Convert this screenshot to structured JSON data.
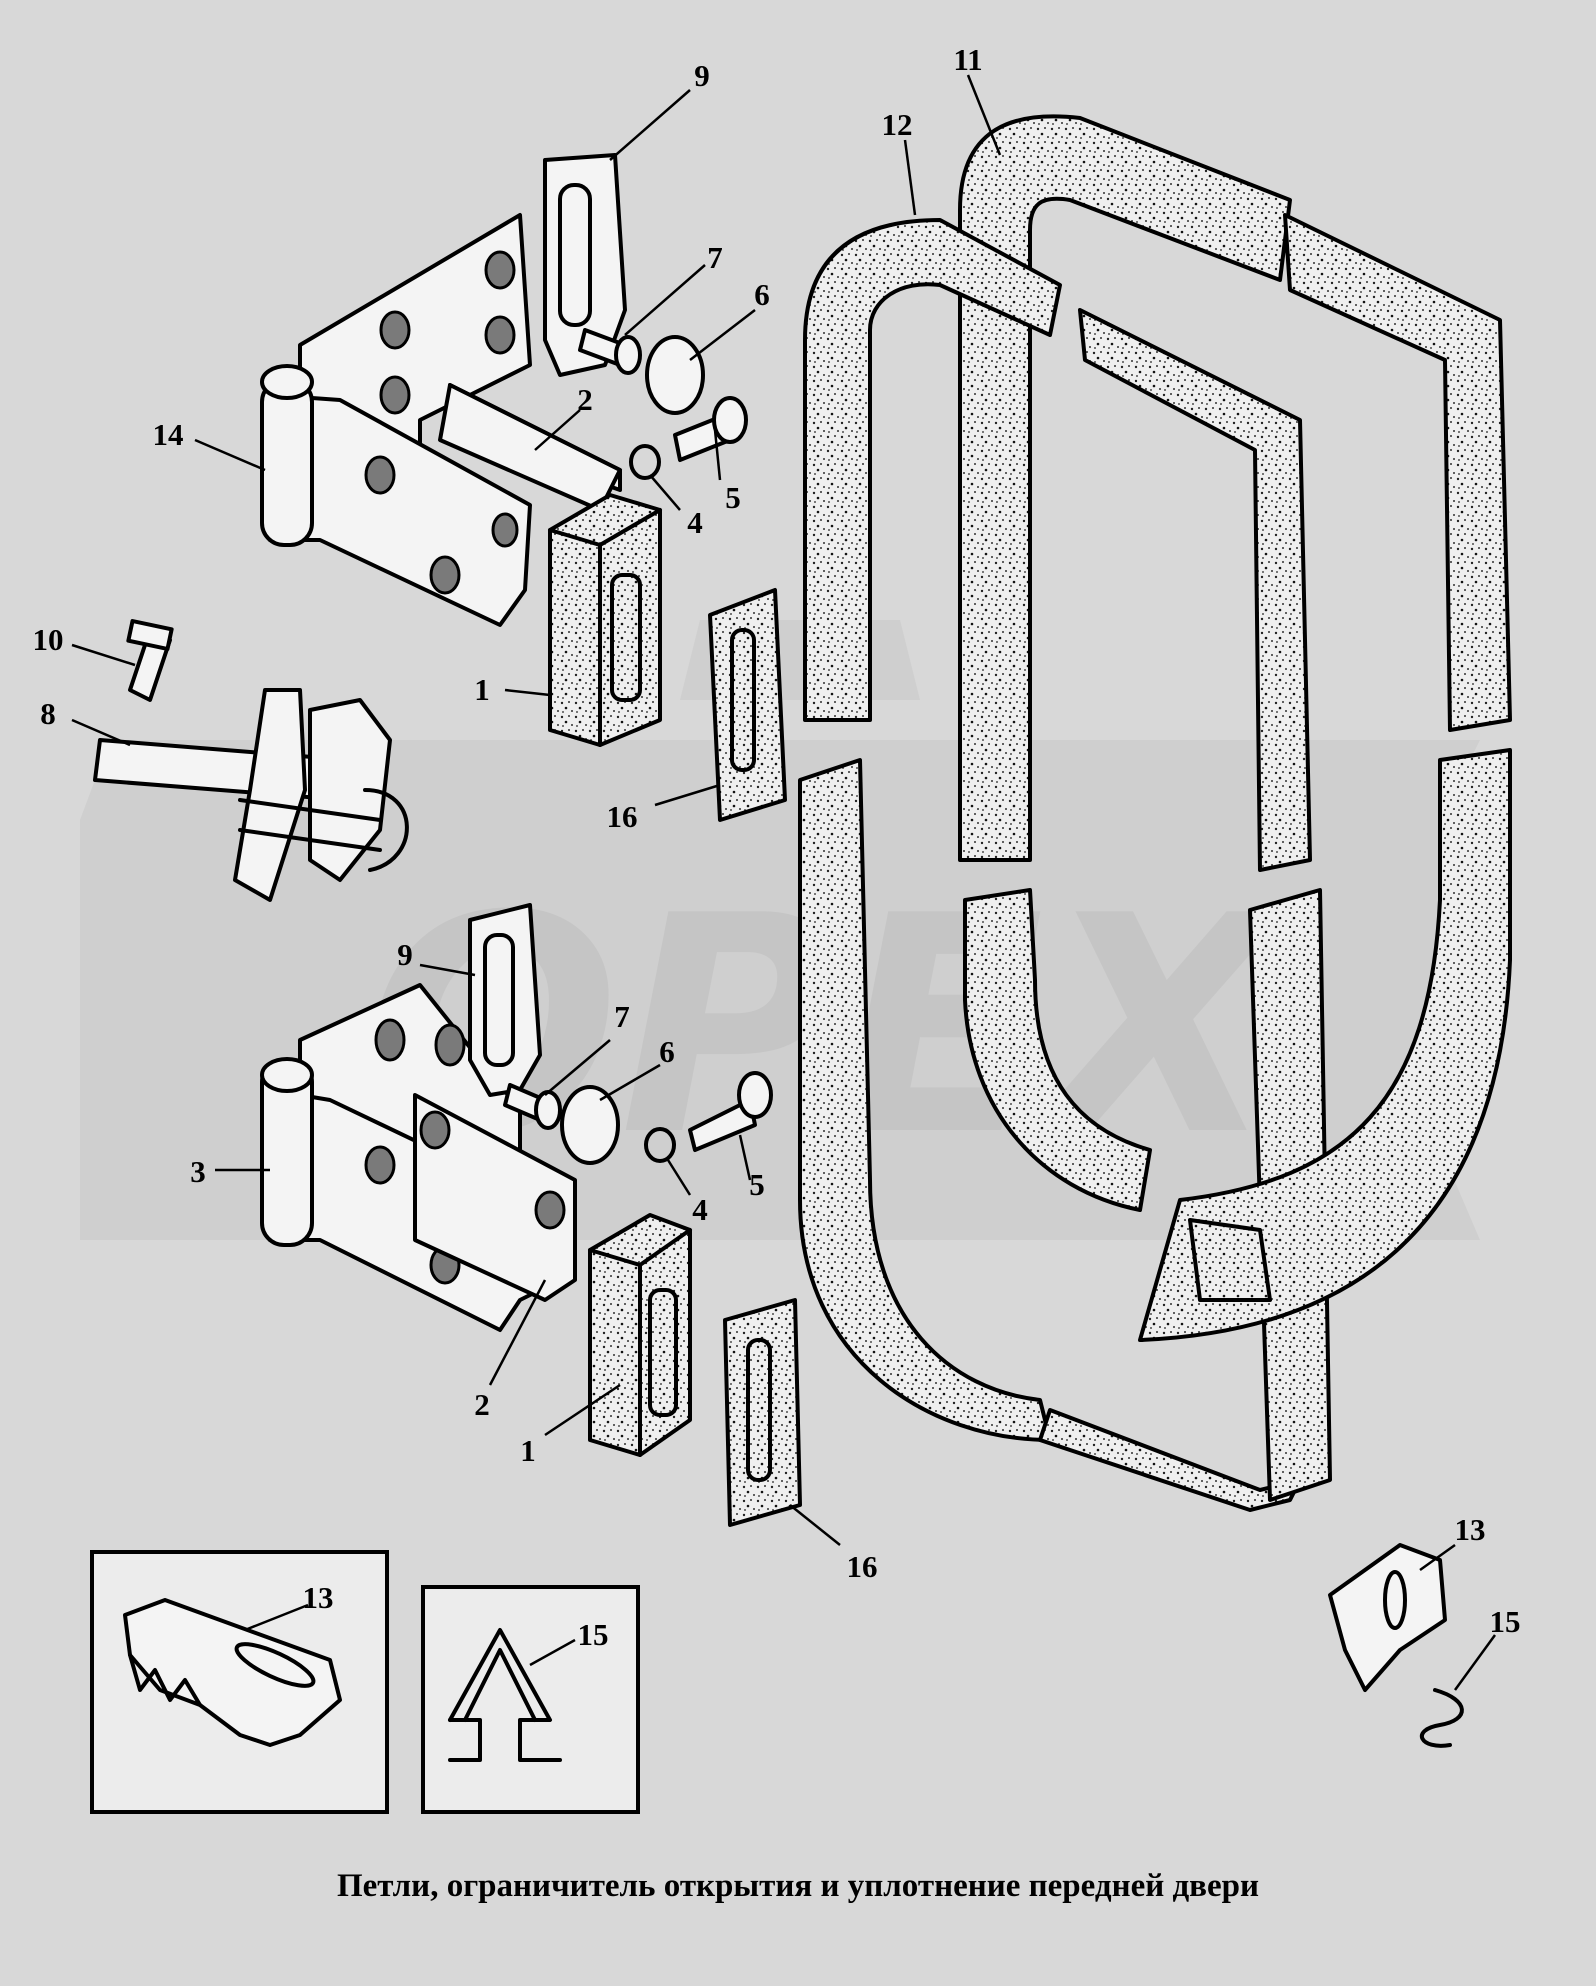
{
  "caption": "Петли, ограничитель открытия  и уплотнение передней двери",
  "watermark": "OPEX",
  "colors": {
    "background": "#d8d8d8",
    "ink": "#000000",
    "part_fill": "#f4f4f4",
    "watermark": "#c9c9c9"
  },
  "callouts": [
    {
      "id": "c9-top",
      "label": "9"
    },
    {
      "id": "c11",
      "label": "11"
    },
    {
      "id": "c12",
      "label": "12"
    },
    {
      "id": "c7-top",
      "label": "7"
    },
    {
      "id": "c6-top",
      "label": "6"
    },
    {
      "id": "c2-top",
      "label": "2"
    },
    {
      "id": "c14",
      "label": "14"
    },
    {
      "id": "c5-top",
      "label": "5"
    },
    {
      "id": "c4-top",
      "label": "4"
    },
    {
      "id": "c10",
      "label": "10"
    },
    {
      "id": "c8",
      "label": "8"
    },
    {
      "id": "c1-top",
      "label": "1"
    },
    {
      "id": "c16-top",
      "label": "16"
    },
    {
      "id": "c9-bot",
      "label": "9"
    },
    {
      "id": "c7-bot",
      "label": "7"
    },
    {
      "id": "c6-bot",
      "label": "6"
    },
    {
      "id": "c3",
      "label": "3"
    },
    {
      "id": "c4-bot",
      "label": "4"
    },
    {
      "id": "c5-bot",
      "label": "5"
    },
    {
      "id": "c2-bot",
      "label": "2"
    },
    {
      "id": "c1-bot",
      "label": "1"
    },
    {
      "id": "c16-bot",
      "label": "16"
    },
    {
      "id": "c13-inset",
      "label": "13"
    },
    {
      "id": "c15-inset",
      "label": "15"
    },
    {
      "id": "c13-right",
      "label": "13"
    },
    {
      "id": "c15-right",
      "label": "15"
    }
  ]
}
